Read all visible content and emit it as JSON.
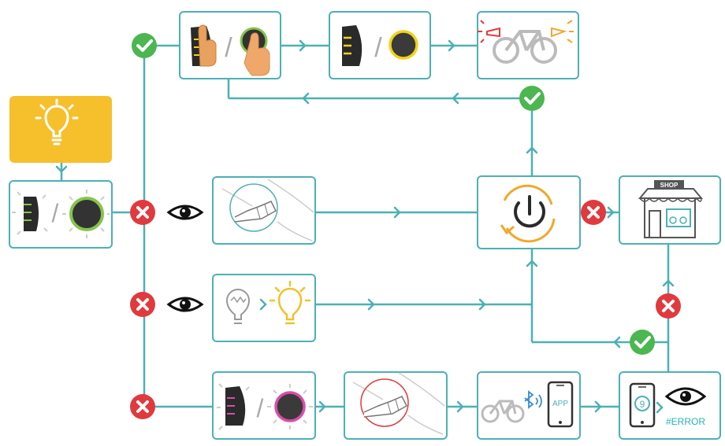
{
  "flow": {
    "app_label": "APP",
    "shop_label": "SHOP",
    "error_label": "#ERROR",
    "phone_digit": "9",
    "slash": "/"
  },
  "colors": {
    "line": "#4db0b6",
    "check": "#4cb650",
    "cross": "#e03a3e",
    "highlight": "#f6bf2c",
    "led_green": "#86c44b",
    "led_yellow": "#f1d318",
    "led_magenta": "#d94ea9",
    "error_text": "#28b1b4"
  }
}
